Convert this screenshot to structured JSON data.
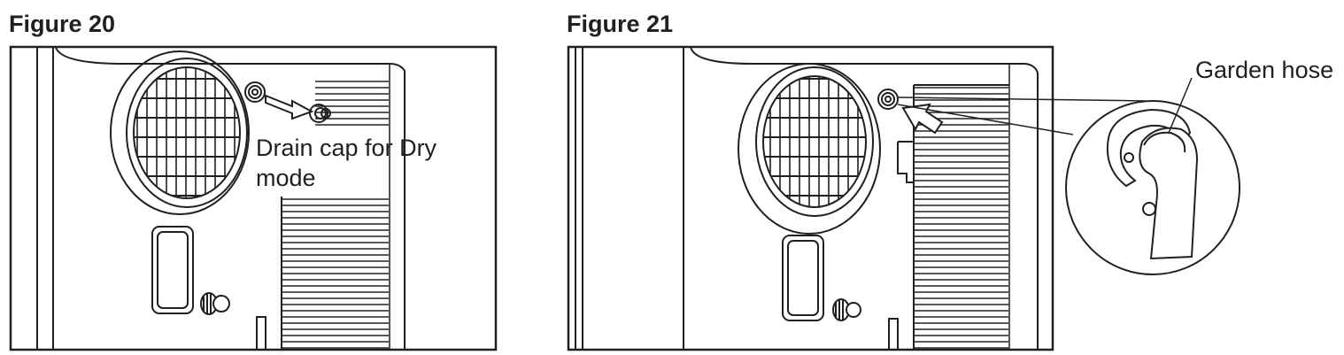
{
  "figures": [
    {
      "title": "Figure 20",
      "callout_line1": "Drain cap for Dry",
      "callout_line2": "mode"
    },
    {
      "title": "Figure 21",
      "callout": "Garden hose"
    }
  ],
  "colors": {
    "line": "#231f20",
    "background": "#ffffff"
  }
}
